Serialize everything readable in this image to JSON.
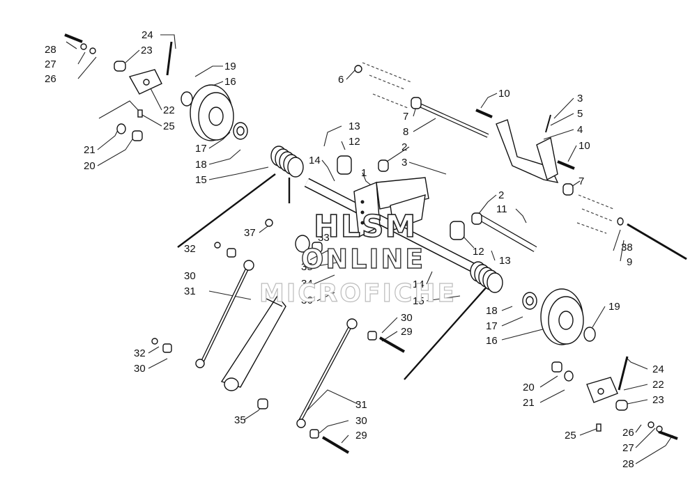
{
  "watermark": {
    "line1": "HLSM",
    "line2": "ONLINE",
    "line3": "MICROFICHE"
  },
  "callouts": [
    {
      "id": "c1",
      "text": "24"
    },
    {
      "id": "c2",
      "text": "28"
    },
    {
      "id": "c3",
      "text": "23"
    },
    {
      "id": "c4",
      "text": "27"
    },
    {
      "id": "c5",
      "text": "26"
    },
    {
      "id": "c6",
      "text": "19"
    },
    {
      "id": "c7",
      "text": "16"
    },
    {
      "id": "c8",
      "text": "22"
    },
    {
      "id": "c9",
      "text": "25"
    },
    {
      "id": "c10",
      "text": "21"
    },
    {
      "id": "c11",
      "text": "20"
    },
    {
      "id": "c12",
      "text": "17"
    },
    {
      "id": "c13",
      "text": "18"
    },
    {
      "id": "c14",
      "text": "15"
    },
    {
      "id": "c15",
      "text": "6"
    },
    {
      "id": "c16",
      "text": "7"
    },
    {
      "id": "c17",
      "text": "8"
    },
    {
      "id": "c18",
      "text": "10"
    },
    {
      "id": "c19",
      "text": "3"
    },
    {
      "id": "c20",
      "text": "5"
    },
    {
      "id": "c21",
      "text": "4"
    },
    {
      "id": "c22",
      "text": "10"
    },
    {
      "id": "c23",
      "text": "7"
    },
    {
      "id": "c24",
      "text": "13"
    },
    {
      "id": "c25",
      "text": "12"
    },
    {
      "id": "c26",
      "text": "2"
    },
    {
      "id": "c27",
      "text": "3"
    },
    {
      "id": "c28",
      "text": "14"
    },
    {
      "id": "c29",
      "text": "1"
    },
    {
      "id": "c30",
      "text": "2"
    },
    {
      "id": "c31",
      "text": "11"
    },
    {
      "id": "c32",
      "text": "37"
    },
    {
      "id": "c33",
      "text": "33"
    },
    {
      "id": "c34",
      "text": "32"
    },
    {
      "id": "c35",
      "text": "30"
    },
    {
      "id": "c36",
      "text": "35"
    },
    {
      "id": "c37",
      "text": "34"
    },
    {
      "id": "c38",
      "text": "36"
    },
    {
      "id": "c39",
      "text": "31"
    },
    {
      "id": "c40",
      "text": "12"
    },
    {
      "id": "c41",
      "text": "13"
    },
    {
      "id": "c42",
      "text": "14"
    },
    {
      "id": "c43",
      "text": "15"
    },
    {
      "id": "c44",
      "text": "38"
    },
    {
      "id": "c45",
      "text": "9"
    },
    {
      "id": "c46",
      "text": "18"
    },
    {
      "id": "c47",
      "text": "17"
    },
    {
      "id": "c48",
      "text": "16"
    },
    {
      "id": "c49",
      "text": "19"
    },
    {
      "id": "c50",
      "text": "30"
    },
    {
      "id": "c51",
      "text": "29"
    },
    {
      "id": "c52",
      "text": "32"
    },
    {
      "id": "c53",
      "text": "30"
    },
    {
      "id": "c54",
      "text": "24"
    },
    {
      "id": "c55",
      "text": "20"
    },
    {
      "id": "c56",
      "text": "22"
    },
    {
      "id": "c57",
      "text": "21"
    },
    {
      "id": "c58",
      "text": "23"
    },
    {
      "id": "c59",
      "text": "31"
    },
    {
      "id": "c60",
      "text": "35"
    },
    {
      "id": "c61",
      "text": "30"
    },
    {
      "id": "c62",
      "text": "29"
    },
    {
      "id": "c63",
      "text": "25"
    },
    {
      "id": "c64",
      "text": "26"
    },
    {
      "id": "c65",
      "text": "27"
    },
    {
      "id": "c66",
      "text": "28"
    }
  ]
}
